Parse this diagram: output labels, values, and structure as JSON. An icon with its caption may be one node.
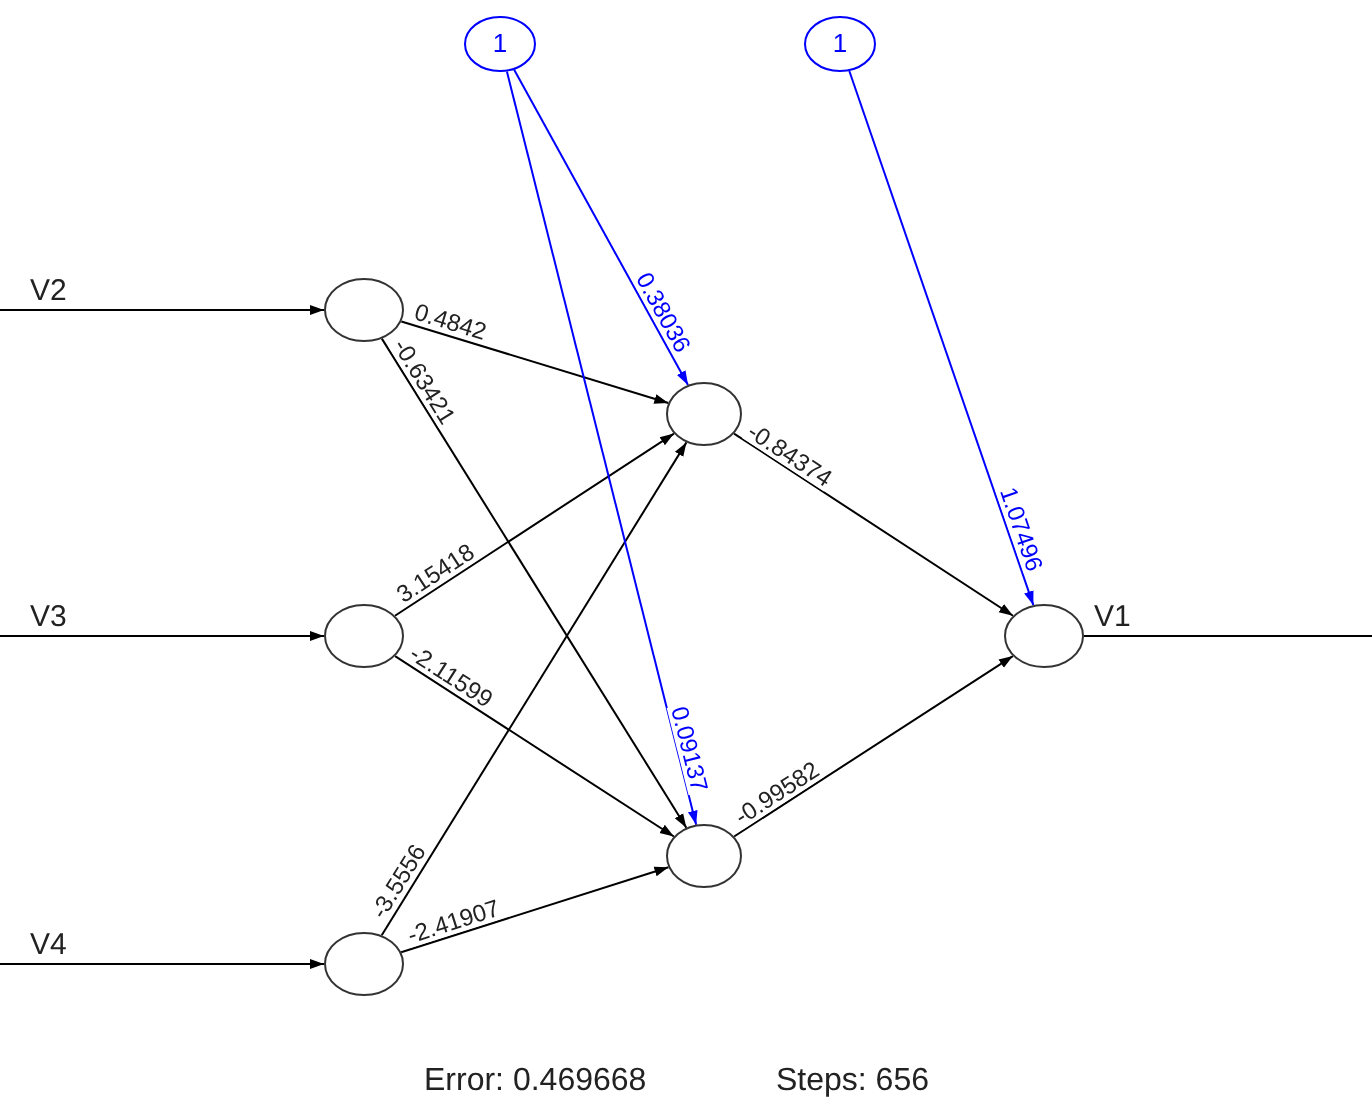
{
  "diagram": {
    "nodes": [
      {
        "text": [
          "1"
        ]
      },
      {
        "text": [
          "1"
        ]
      },
      {
        "text": [],
        "shape": "circle"
      },
      {
        "text": [],
        "shape": "circle"
      },
      {
        "text": [],
        "shape": "circle"
      },
      {
        "text": [],
        "shape": "circle"
      },
      {
        "text": [],
        "shape": "circle"
      },
      {
        "text": [],
        "shape": "circle"
      }
    ],
    "edges": [
      {
        "from": null,
        "to": 2,
        "arrow": "to",
        "label": "V2"
      },
      {
        "from": null,
        "to": 4,
        "arrow": "to",
        "label": "V3"
      },
      {
        "from": null,
        "to": 7,
        "arrow": "to",
        "label": "V4"
      },
      {
        "from": 2,
        "to": 3,
        "arrow": "to",
        "label": "0.4842"
      },
      {
        "from": 2,
        "to": 6,
        "arrow": "to",
        "label": "-0.63421"
      },
      {
        "from": 4,
        "to": 3,
        "arrow": "to",
        "label": "3.15418"
      },
      {
        "from": 4,
        "to": 6,
        "arrow": "to",
        "label": "-2.11599"
      },
      {
        "from": 7,
        "to": 3,
        "arrow": "to",
        "label": "-3.5556"
      },
      {
        "from": 7,
        "to": 6,
        "arrow": "to",
        "label": "-2.41907"
      },
      {
        "from": 0,
        "to": 3,
        "arrow": "to",
        "label": "0.38036",
        "color": "#0000ff"
      },
      {
        "from": 0,
        "to": 6,
        "arrow": "to",
        "label": "0.09137",
        "color": "#0000ff"
      },
      {
        "from": 3,
        "to": 5,
        "arrow": "to",
        "label": "-0.84374"
      },
      {
        "from": 6,
        "to": 5,
        "arrow": "to",
        "label": "-0.99582"
      },
      {
        "from": 1,
        "to": 5,
        "arrow": "to",
        "label": "1.07496",
        "color": "#0000ff"
      },
      {
        "from": 5,
        "to": null,
        "arrow": "none",
        "label": "V1"
      }
    ],
    "labels": [
      "Error: 0.469668",
      "Steps: 656"
    ]
  }
}
